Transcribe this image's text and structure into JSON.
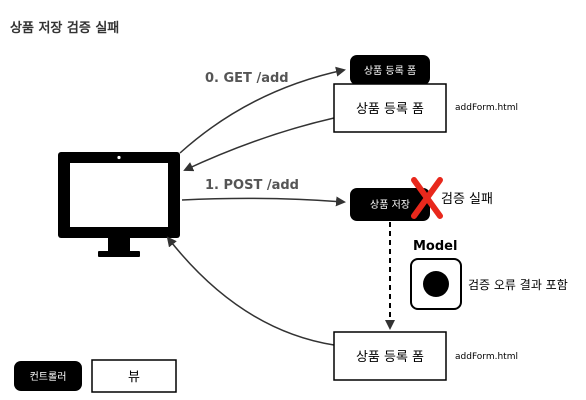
{
  "title": "상품 저장 검증 실패",
  "arrows": {
    "get": "0. GET /add",
    "post": "1. POST /add"
  },
  "controllers": {
    "top": "상품 등록 폼",
    "save": "상품 저장"
  },
  "views": {
    "top": "상품 등록 폼",
    "bottom": "상품 등록 폼"
  },
  "files": {
    "top": "addForm.html",
    "bottom": "addForm.html"
  },
  "fail_label": "검증 실패",
  "model": {
    "label": "Model",
    "desc": "검증 오류 결과 포함"
  },
  "legend": {
    "controller": "컨트롤러",
    "view": "뷰"
  },
  "colors": {
    "controller": "#000000",
    "cross": "#e8281c",
    "arrow": "#333333"
  }
}
